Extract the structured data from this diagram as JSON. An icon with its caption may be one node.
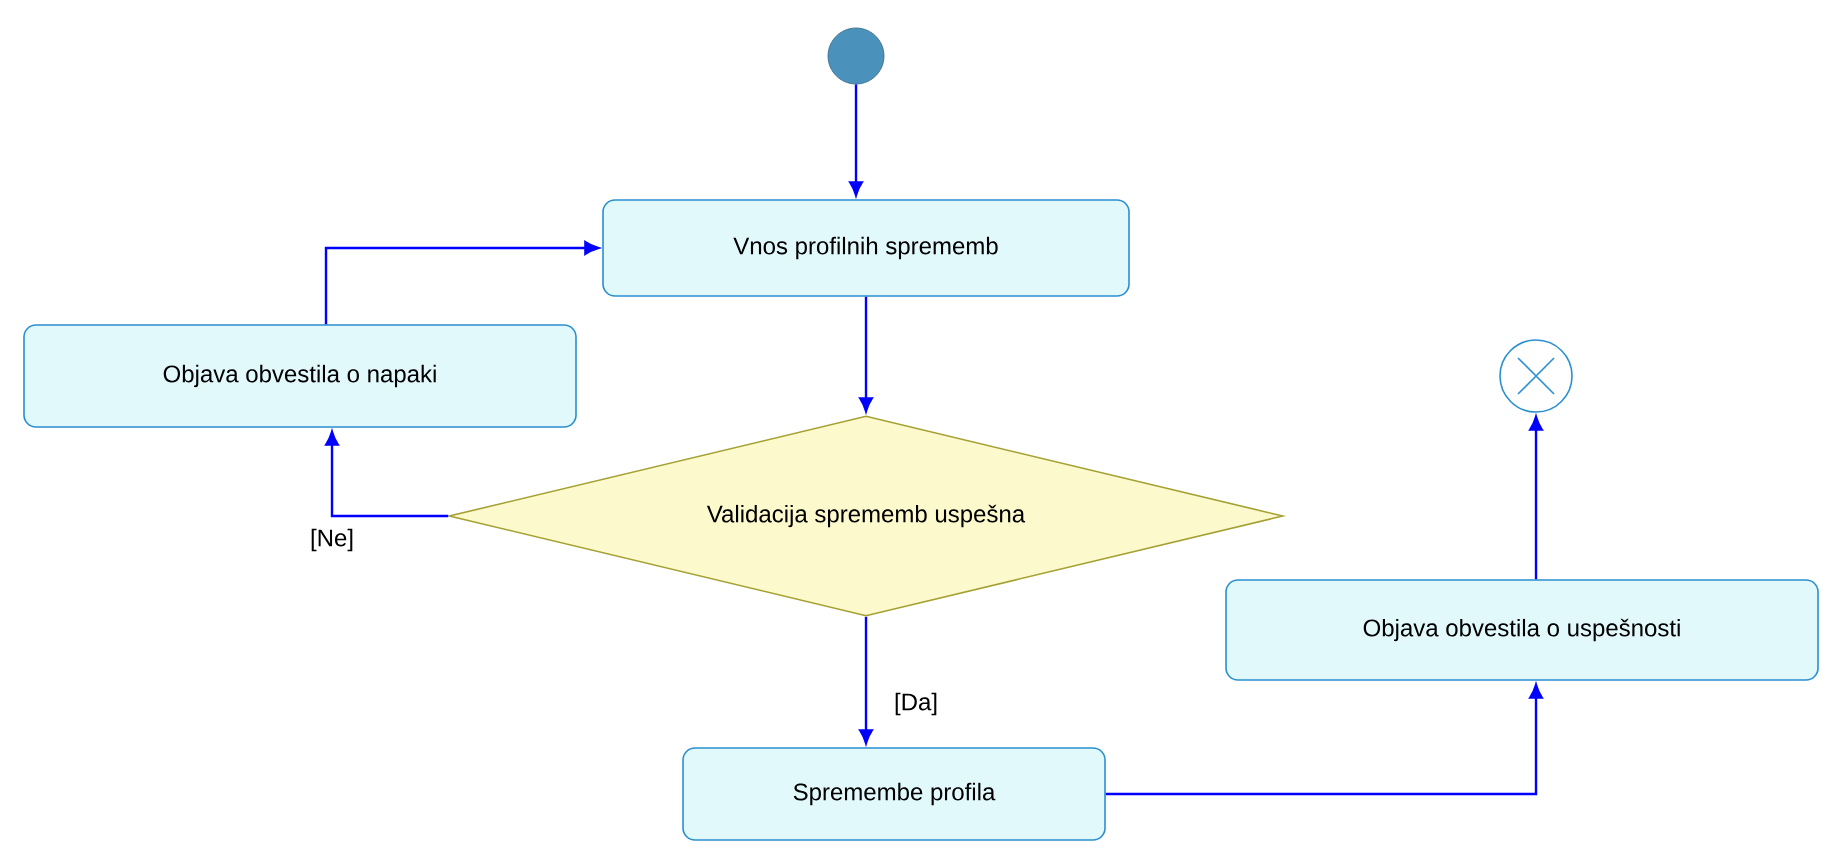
{
  "diagram": {
    "nodes": [
      {
        "text": [],
        "shape": "circle"
      },
      {
        "text": [
          "Vnos profilnih sprememb"
        ]
      },
      {
        "text": [
          "Objava obvestila o napaki"
        ]
      },
      {
        "text": [
          "Validacija sprememb uspešna"
        ]
      },
      {
        "text": [
          "Spremembe profila"
        ]
      },
      {
        "text": [
          "Objava obvestila o uspešnosti"
        ]
      },
      {
        "text": [],
        "shape": "circle"
      }
    ],
    "edges": [
      {
        "from": 0,
        "to": 1,
        "arrow": "to"
      },
      {
        "from": 1,
        "to": 3,
        "arrow": "to"
      },
      {
        "from": 3,
        "to": 2,
        "arrow": "to",
        "label": "[Ne]"
      },
      {
        "from": 2,
        "to": 1,
        "arrow": "to"
      },
      {
        "from": 3,
        "to": 4,
        "arrow": "to",
        "label": "[Da]"
      },
      {
        "from": 4,
        "to": 5,
        "arrow": "to"
      },
      {
        "from": 5,
        "to": 6,
        "arrow": "to"
      }
    ]
  }
}
